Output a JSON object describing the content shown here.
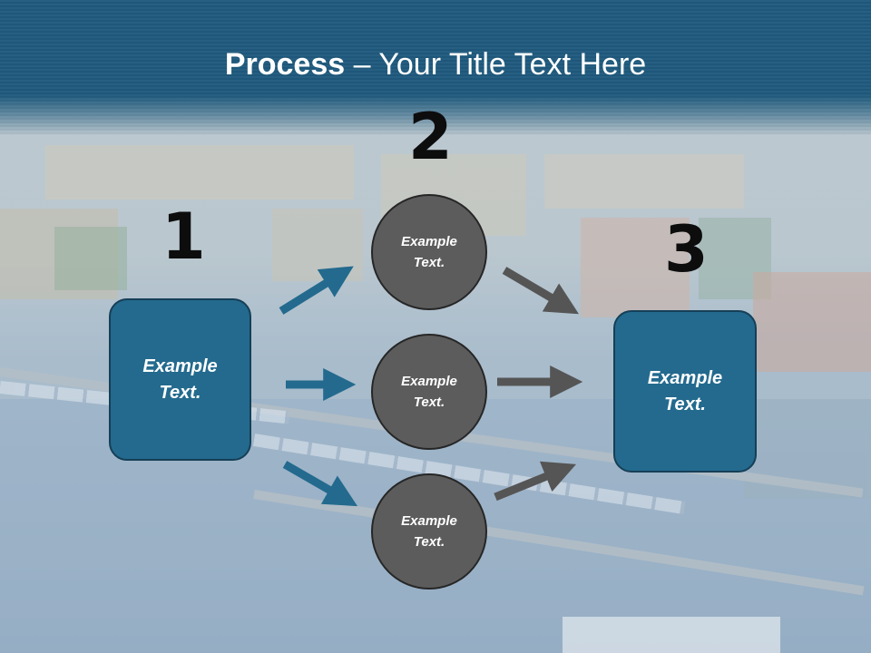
{
  "title": {
    "bold": "Process",
    "rest": " – Your Title Text Here"
  },
  "steps": {
    "one": "1",
    "two": "2",
    "three": "3"
  },
  "left_box": {
    "line1": "Example",
    "line2": "Text."
  },
  "right_box": {
    "line1": "Example",
    "line2": "Text."
  },
  "circles": [
    {
      "line1": "Example",
      "line2": "Text."
    },
    {
      "line1": "Example",
      "line2": "Text."
    },
    {
      "line1": "Example",
      "line2": "Text."
    }
  ],
  "colors": {
    "title_bar": "#1f5a7d",
    "box_fill": "#236a8e",
    "circle_fill": "#5c5c5c",
    "blue_arrow": "#236a8e",
    "gray_arrow": "#555555"
  }
}
